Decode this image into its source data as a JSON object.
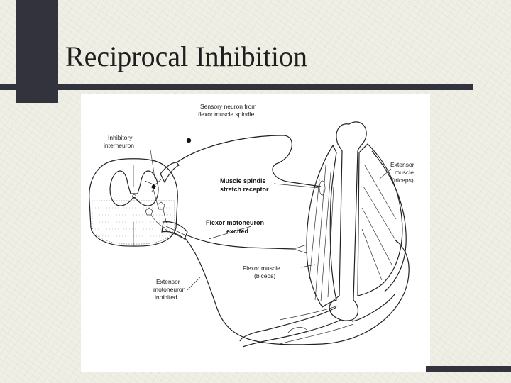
{
  "slide": {
    "title": "Reciprocal Inhibition"
  },
  "diagram": {
    "labels": {
      "sensory_neuron": [
        "Sensory neuron from",
        "flexor muscle spindle"
      ],
      "inhibitory_interneuron": [
        "Inhibitory",
        "interneuron"
      ],
      "extensor_muscle": [
        "Extensor",
        "muscle",
        "(triceps)"
      ],
      "muscle_spindle": [
        "Muscle spindle",
        "stretch receptor"
      ],
      "flexor_motoneuron": [
        "Flexor motoneuron",
        "excited"
      ],
      "flexor_muscle": [
        "Flexor muscle",
        "(biceps)"
      ],
      "extensor_motoneuron": [
        "Extensor",
        "motoneuron",
        "inhibited"
      ]
    }
  }
}
